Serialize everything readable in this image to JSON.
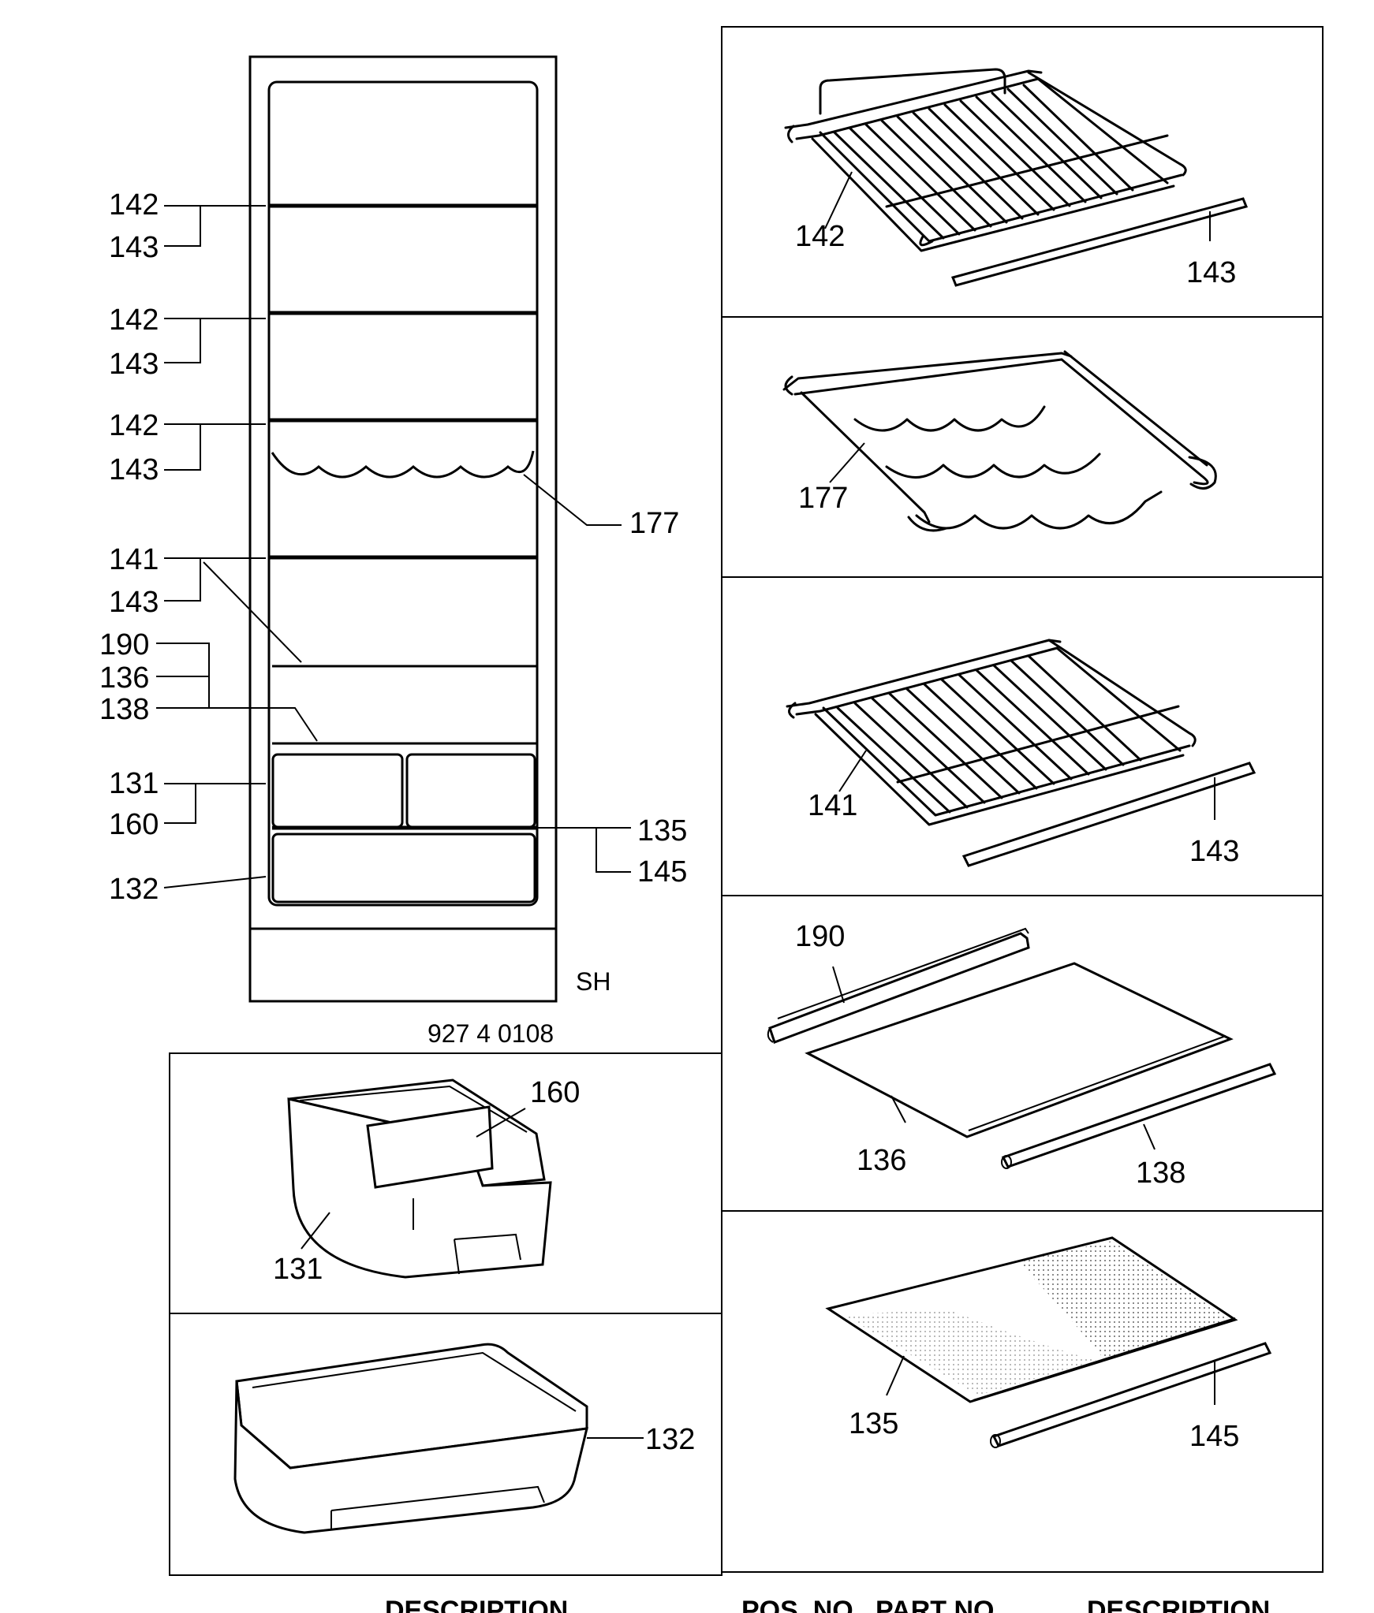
{
  "cabinet": {
    "model_number": "927 4 0108",
    "model_code": "SH",
    "callouts_left": [
      "142",
      "143",
      "142",
      "143",
      "142",
      "143",
      "141",
      "143",
      "190",
      "136",
      "138",
      "131",
      "160",
      "132"
    ],
    "callouts_right": [
      "177",
      "135",
      "145"
    ]
  },
  "panels": {
    "p142": {
      "part_a": "142",
      "part_b": "143"
    },
    "p177": {
      "part_a": "177"
    },
    "p141": {
      "part_a": "141",
      "part_b": "143"
    },
    "p190": {
      "part_a": "190",
      "part_b": "136",
      "part_c": "138"
    },
    "p135": {
      "part_a": "135",
      "part_b": "145"
    },
    "p131": {
      "part_a": "131",
      "part_b": "160"
    },
    "p132": {
      "part_a": "132"
    }
  },
  "table_headers": {
    "left": "DESCRIPTION",
    "right_pos": "POS. NO.",
    "right_part": "PART NO.",
    "right_desc": "DESCRIPTION"
  }
}
